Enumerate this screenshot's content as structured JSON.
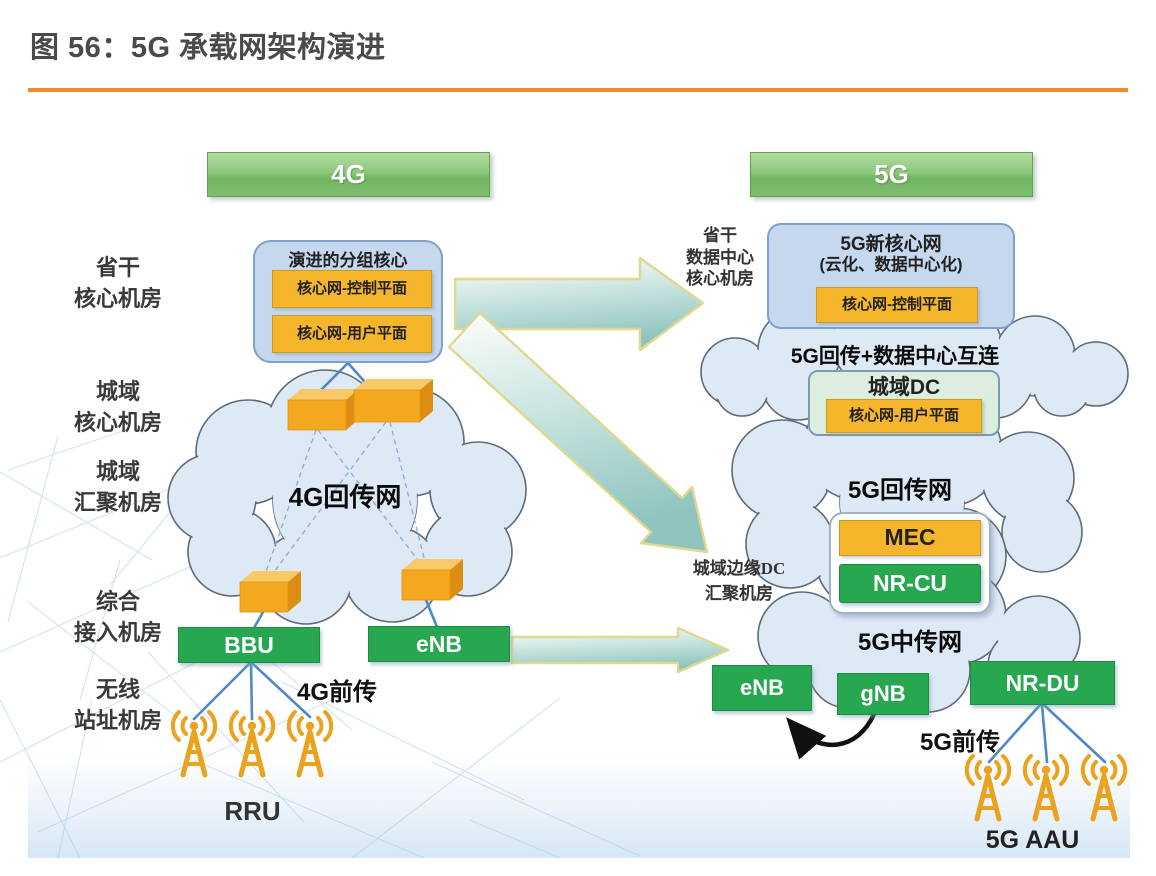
{
  "title": "图 56：5G 承载网架构演进",
  "headers": {
    "left": "4G",
    "right": "5G"
  },
  "side_labels": [
    {
      "l1": "省干",
      "l2": "核心机房"
    },
    {
      "l1": "城域",
      "l2": "核心机房"
    },
    {
      "l1": "城域",
      "l2": "汇聚机房"
    },
    {
      "l1": "综合",
      "l2": "接入机房"
    },
    {
      "l1": "无线",
      "l2": "站址机房"
    }
  ],
  "left": {
    "epc": {
      "title": "演进的分组核心",
      "control_plane": "核心网-控制平面",
      "user_plane": "核心网-用户平面"
    },
    "backhaul_cloud": "4G回传网",
    "bbu": "BBU",
    "enb": "eNB",
    "fronthaul": "4G前传",
    "rru": "RRU"
  },
  "right": {
    "provincial_site": {
      "l1": "省干",
      "l2": "数据中心",
      "l3": "核心机房"
    },
    "new_core": {
      "title": "5G新核心网",
      "subtitle": "(云化、数据中心化)",
      "control_plane": "核心网-控制平面"
    },
    "dci_cloud": "5G回传+数据中心互连",
    "metro_dc": {
      "title": "城域DC",
      "user_plane": "核心网-用户平面"
    },
    "backhaul_cloud": "5G回传网",
    "mec": "MEC",
    "nr_cu": "NR-CU",
    "edge_site": {
      "l1": "城域边缘DC",
      "l2": "汇聚机房"
    },
    "midhaul_cloud": "5G中传网",
    "enb": "eNB",
    "gnb": "gNB",
    "nr_du": "NR-DU",
    "fronthaul": "5G前传",
    "aau": "5G AAU"
  },
  "colors": {
    "title_rule_orange": "#F28C28",
    "header_bar_green": "#7FBF6F",
    "node_green": "#27A750",
    "plane_box_orange": "#F5B62B",
    "cloud_blue": "#DEE9F6",
    "panel_blue": "#C6D8EE",
    "metro_dc_green": "#DCEEDF",
    "evolution_arrow_teal": "#8FC4BE",
    "connector_blue": "#4E88C6",
    "antenna_amber": "#EBA21C"
  }
}
